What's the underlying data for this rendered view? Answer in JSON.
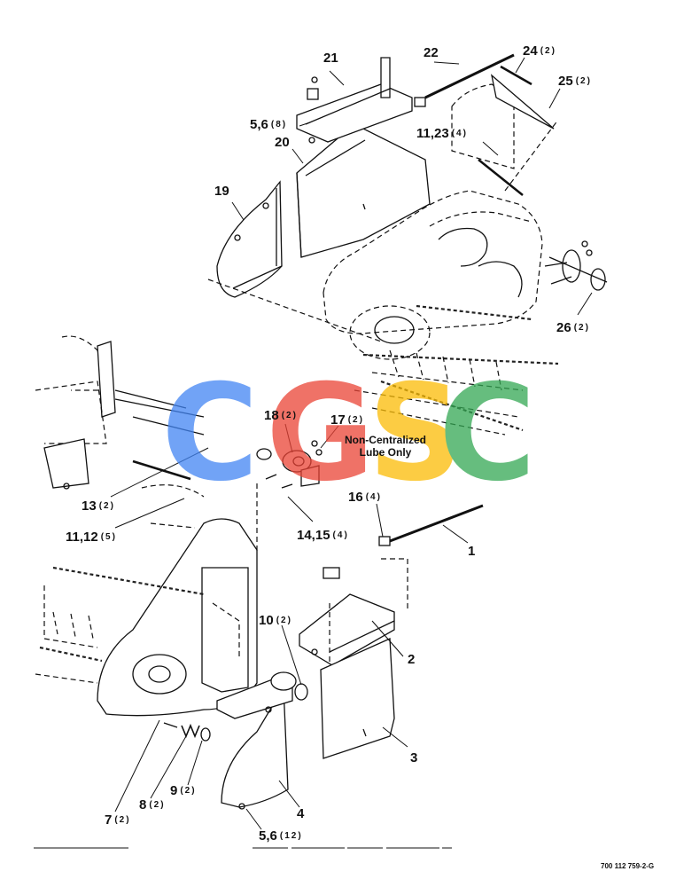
{
  "callouts": {
    "c1": {
      "num": "1",
      "qty": ""
    },
    "c2": {
      "num": "2",
      "qty": ""
    },
    "c3": {
      "num": "3",
      "qty": ""
    },
    "c4": {
      "num": "4",
      "qty": ""
    },
    "c5_6_top": {
      "num": "5,6",
      "qty": "(8)"
    },
    "c5_6_bottom": {
      "num": "5,6",
      "qty": "(12)"
    },
    "c7": {
      "num": "7",
      "qty": "(2)"
    },
    "c8": {
      "num": "8",
      "qty": "(2)"
    },
    "c9": {
      "num": "9",
      "qty": "(2)"
    },
    "c10": {
      "num": "10",
      "qty": "(2)"
    },
    "c11_12": {
      "num": "11,12",
      "qty": "(5)"
    },
    "c11_23": {
      "num": "11,23",
      "qty": "(4)"
    },
    "c13": {
      "num": "13",
      "qty": "(2)"
    },
    "c14_15": {
      "num": "14,15",
      "qty": "(4)"
    },
    "c16": {
      "num": "16",
      "qty": "(4)"
    },
    "c17": {
      "num": "17",
      "qty": "(2)"
    },
    "c18": {
      "num": "18",
      "qty": "(2)"
    },
    "c19": {
      "num": "19",
      "qty": ""
    },
    "c20": {
      "num": "20",
      "qty": ""
    },
    "c21": {
      "num": "21",
      "qty": ""
    },
    "c22": {
      "num": "22",
      "qty": ""
    },
    "c24": {
      "num": "24",
      "qty": "(2)"
    },
    "c25": {
      "num": "25",
      "qty": "(2)"
    },
    "c26": {
      "num": "26",
      "qty": "(2)"
    }
  },
  "note": {
    "line1": "Non-Centralized",
    "line2": "Lube Only"
  },
  "doc_number": "700 112 759-2-G",
  "watermark": {
    "text": "CGSC",
    "colors": {
      "c1": "#4285f4",
      "g": "#ea4335",
      "s": "#fbbc05",
      "c2": "#34a853"
    }
  }
}
